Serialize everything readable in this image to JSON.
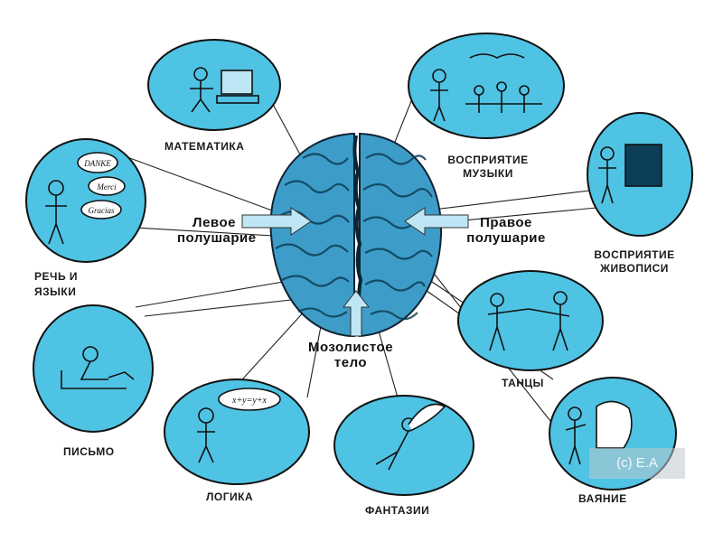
{
  "labels": {
    "math": "МАТЕМАТИКА",
    "music": "ВОСПРИЯТИЕ МУЗЫКИ",
    "painting": "ВОСПРИЯТИЕ ЖИВОПИСИ",
    "speech": "РЕЧЬ И ЯЗЫКИ",
    "writing": "ПИСЬМО",
    "logic": "ЛОГИКА",
    "fantasy": "ФАНТАЗИИ",
    "dance": "ТАНЦЫ",
    "sculpture": "ВАЯНИЕ",
    "left_hemisphere": "Левое полушарие",
    "right_hemisphere": "Правое полушарие",
    "corpus_callosum": "Мозолистое тело"
  },
  "speech_bubbles": [
    "DANKE",
    "Merci",
    "Gracias"
  ],
  "logic_bubble": "x+y=y+x",
  "watermark": "(c) E.A",
  "colors": {
    "bubble_fill": "#4fc3e3",
    "bubble_stroke": "#111111",
    "brain_fill": "#3d9dc8",
    "arrow_fill": "#bfe6f4"
  }
}
